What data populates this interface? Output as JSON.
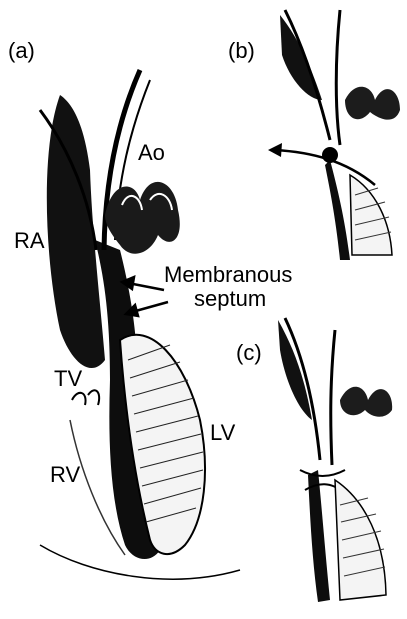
{
  "panels": {
    "a": {
      "label": "(a)",
      "structures": {
        "ao": "Ao",
        "ra": "RA",
        "tv": "TV",
        "rv": "RV",
        "lv": "LV",
        "membranous_septum_line1": "Membranous",
        "membranous_septum_line2": "septum"
      }
    },
    "b": {
      "label": "(b)"
    },
    "c": {
      "label": "(c)"
    }
  },
  "colors": {
    "ink": "#000000",
    "background": "#ffffff"
  }
}
